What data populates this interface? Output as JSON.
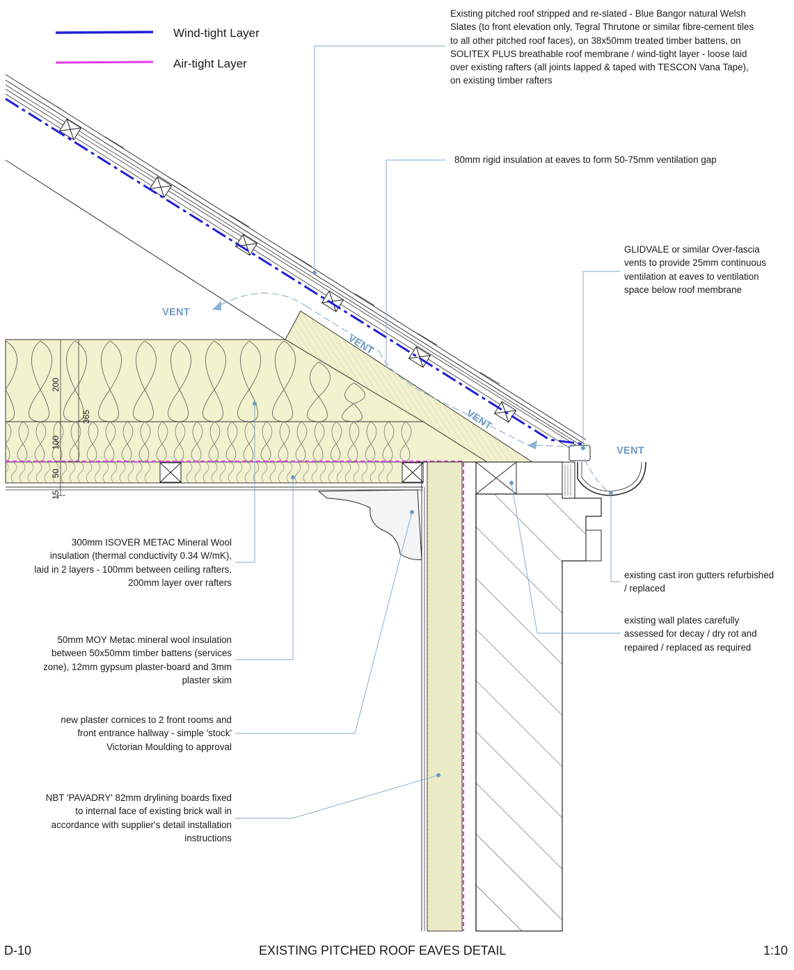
{
  "legend": {
    "wind_tight": {
      "label": "Wind-tight Layer",
      "color": "#1f1fd6"
    },
    "air_tight": {
      "label": "Air-tight Layer",
      "color": "#e23be6"
    }
  },
  "vents": {
    "label_outside": "VENT",
    "label_slope_upper": "VENT",
    "label_slope_lower": "VENT",
    "label_gutter": "VENT",
    "color": "#6e9bc4"
  },
  "dimensions": {
    "d200": "200",
    "d365": "365",
    "d100": "100",
    "d50": "50",
    "d15": "15"
  },
  "notes": {
    "roof_slates": "Existing pitched roof stripped and re-slated - Blue Bangor natural Welsh\nSlates (to front elevation only, Tegral Thrutone or similar fibre-cement tiles\nto all other pitched roof faces), on 38x50mm treated timber battens, on\nSOLITEX PLUS breathable roof membrane / wind-tight layer - loose laid\nover existing rafters (all joints lapped & taped with TESCON Vana Tape),\non existing timber rafters",
    "rigid_insulation": "80mm rigid insulation at eaves to form 50-75mm ventilation gap",
    "fascia_vents": "GLIDVALE or similar Over-fascia\nvents to provide 25mm continuous\nventilation at eaves to ventilation\nspace below roof membrane",
    "gutters": "existing cast iron gutters refurbished\n/ replaced",
    "wall_plates": "existing wall plates carefully\nassessed for decay / dry rot and\nrepaired / replaced as required",
    "mineral_wool": "300mm ISOVER METAC Mineral Wool\ninsulation (thermal conductivity 0.34 W/mK),\nlaid in 2 layers - 100mm between ceiling rafters,\n200mm layer over rafters",
    "moy_metac": "50mm MOY Metac mineral wool insulation\nbetween 50x50mm timber battens (services\nzone), 12mm gypsum plaster-board and 3mm\nplaster skim",
    "cornices": "new plaster cornices to 2 front rooms and\nfront entrance hallway - simple 'stock'\nVictorian Moulding to approval",
    "drylining": "NBT 'PAVADRY' 82mm drylining boards fixed\nto internal face of existing brick wall in\naccordance with supplier's detail installation\ninstructions"
  },
  "footer": {
    "code": "D-10",
    "title": "EXISTING PITCHED ROOF EAVES DETAIL",
    "scale": "1:10"
  }
}
